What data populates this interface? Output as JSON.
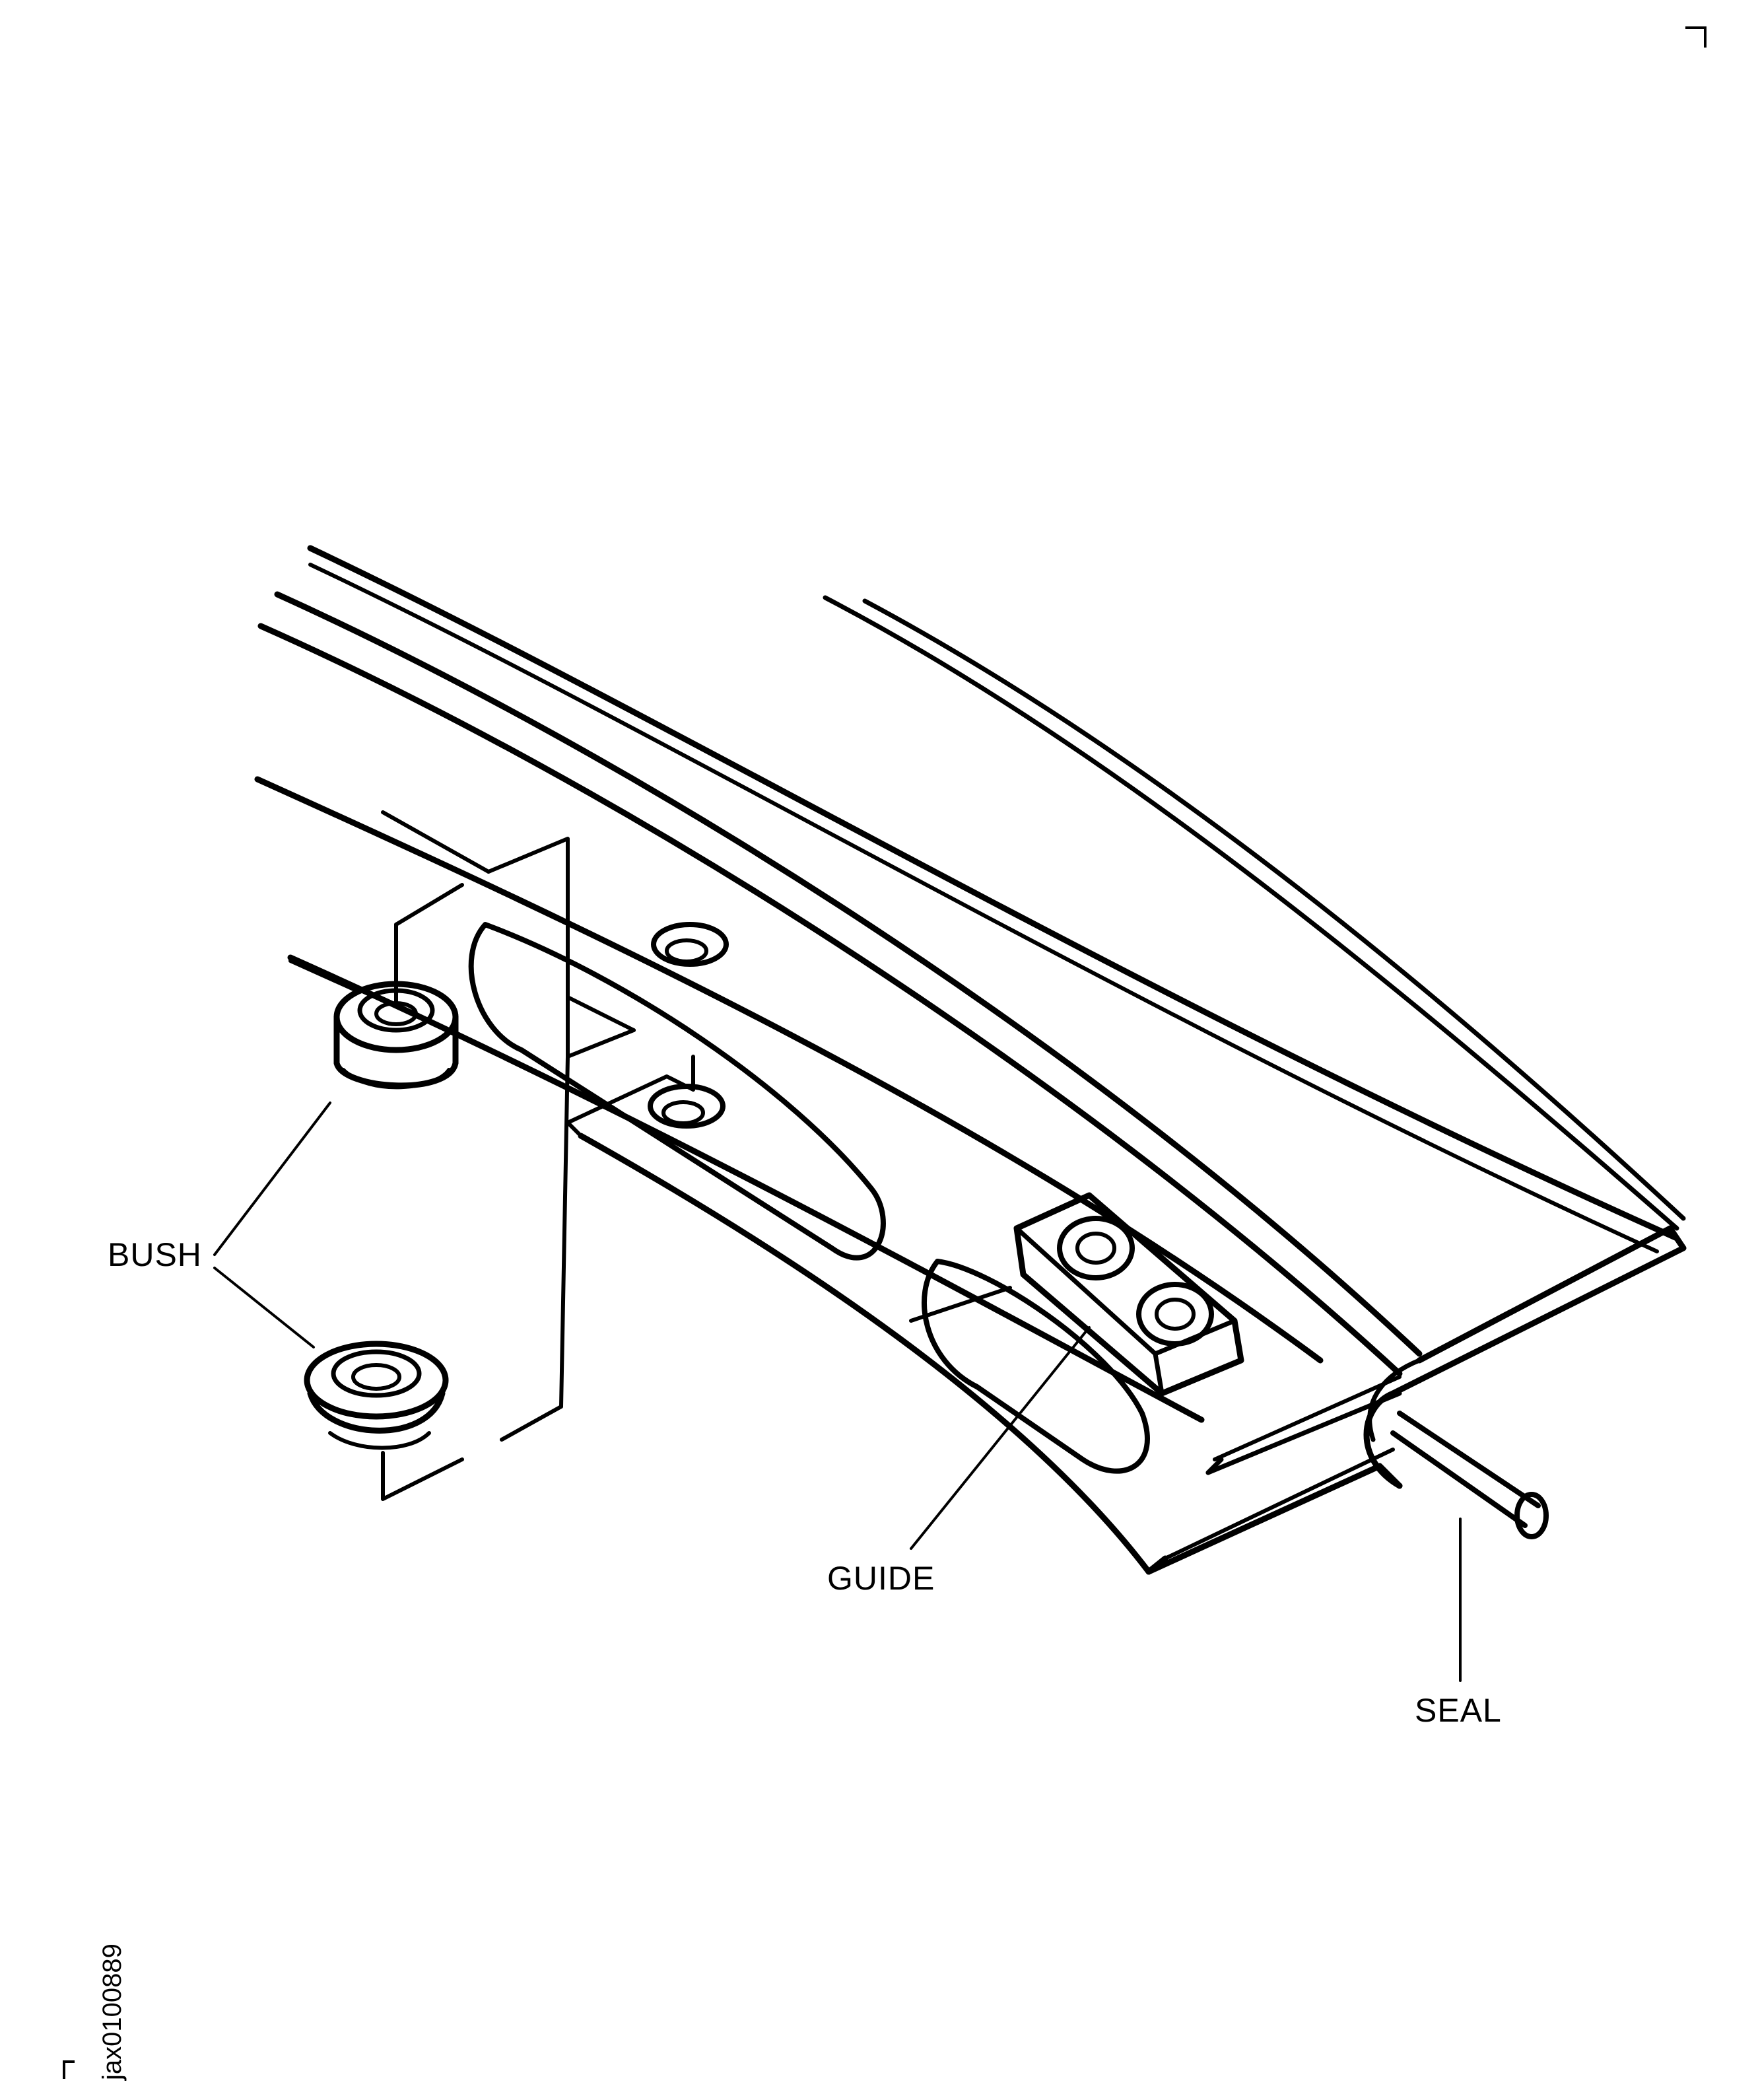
{
  "labels": {
    "bush": "BUSH",
    "guide": "GUIDE",
    "seal": "SEAL"
  },
  "figure_id": "jax0100889",
  "colors": {
    "line": "#000000",
    "background": "#ffffff"
  }
}
